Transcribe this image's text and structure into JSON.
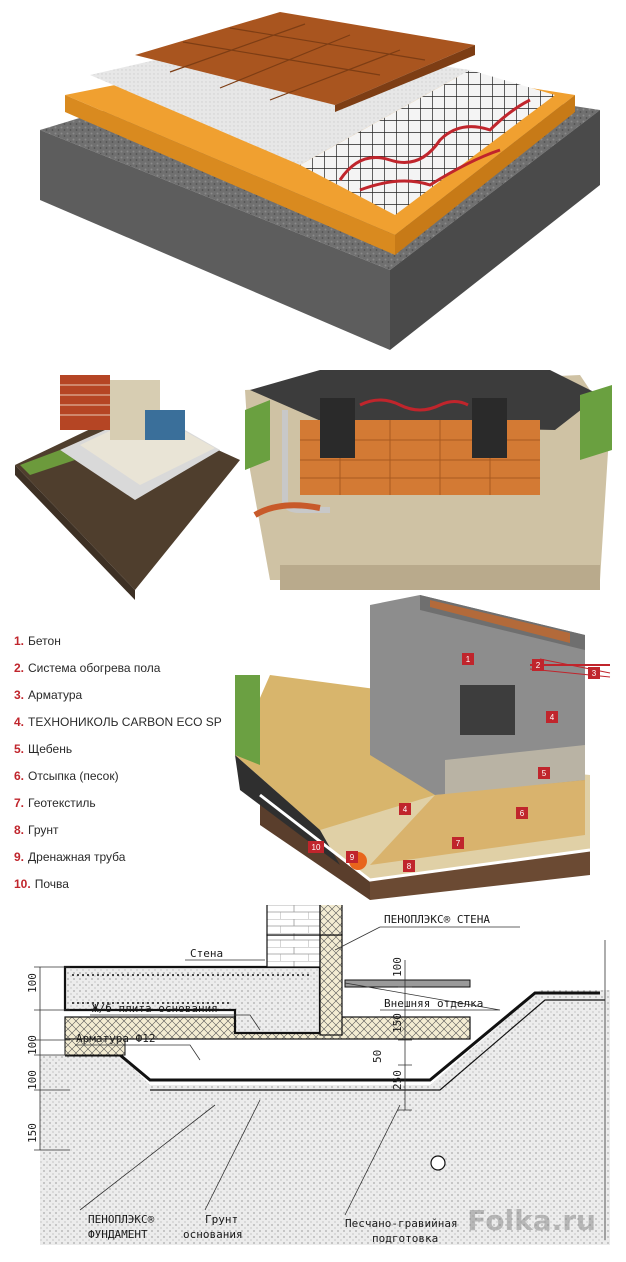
{
  "legend": {
    "items": [
      {
        "num": "1.",
        "label": "Бетон"
      },
      {
        "num": "2.",
        "label": "Система обогрева пола"
      },
      {
        "num": "3.",
        "label": "Арматура"
      },
      {
        "num": "4.",
        "label": "ТЕХНОНИКОЛЬ CARBON ECO SP"
      },
      {
        "num": "5.",
        "label": "Щебень"
      },
      {
        "num": "6.",
        "label": "Отсыпка (песок)"
      },
      {
        "num": "7.",
        "label": "Геотекстиль"
      },
      {
        "num": "8.",
        "label": "Грунт"
      },
      {
        "num": "9.",
        "label": "Дренажная труба"
      },
      {
        "num": "10.",
        "label": "Почва"
      }
    ]
  },
  "callouts": [
    "1",
    "2",
    "3",
    "4",
    "5",
    "6",
    "4",
    "7",
    "8",
    "9",
    "10"
  ],
  "drawing": {
    "label_wall_insulation": "ПЕНОПЛЭКС® СТЕНА",
    "label_wall": "Стена",
    "label_slab": "Ж/б плита основания",
    "label_rebar": "Арматура Ф12",
    "label_finish": "Внешняя отделка",
    "label_foundation_1": "ПЕНОПЛЭКС®",
    "label_foundation_2": "ФУНДАМЕНТ",
    "label_soil_1": "Грунт",
    "label_soil_2": "основания",
    "label_prep_1": "Песчано-гравийная",
    "label_prep_2": "подготовка",
    "dim_left": [
      "100",
      "100",
      "100",
      "150"
    ],
    "dim_right": [
      "100",
      "150",
      "50",
      "250"
    ]
  },
  "watermark": "Folka.ru",
  "colors": {
    "tile": "#a9551f",
    "insulation": "#f0a030",
    "gravel": "#6f6f6f",
    "accent_red": "#c0252c"
  }
}
